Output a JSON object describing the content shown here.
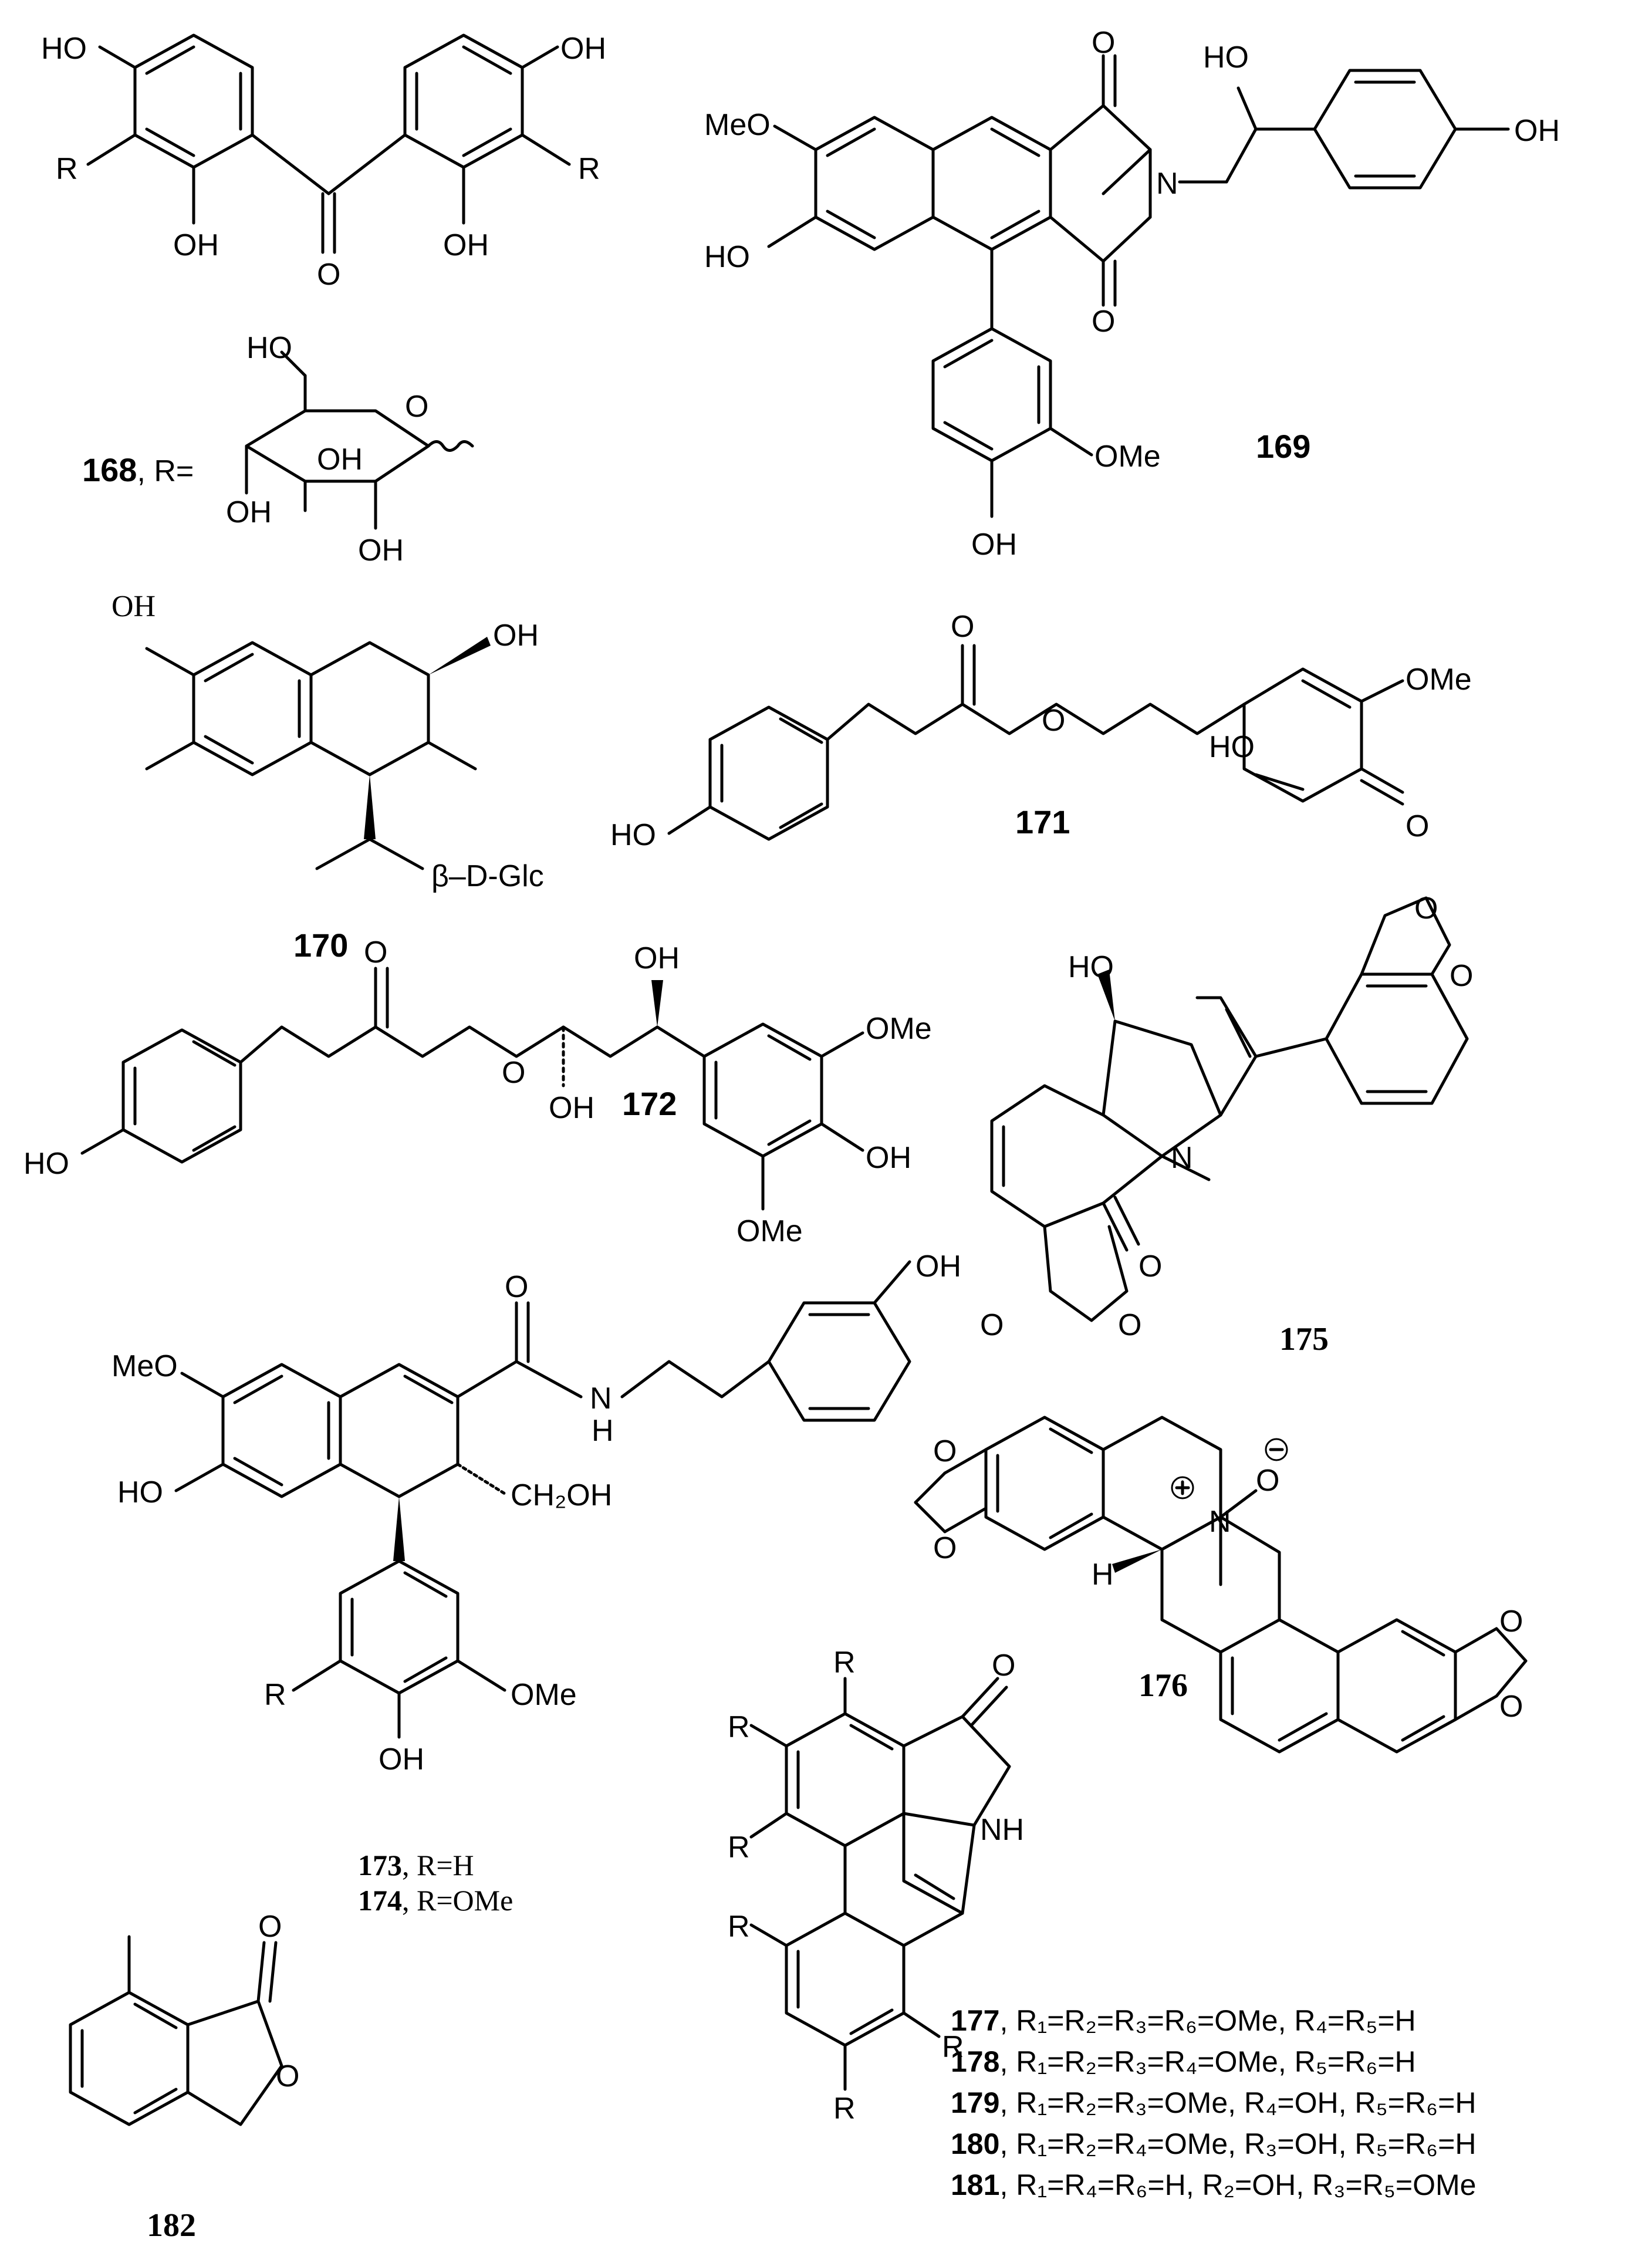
{
  "compounds": {
    "c168": {
      "number": "168",
      "r_eq": ", R=",
      "labels": {
        "ho_tl": "HO",
        "oh_tr": "OH",
        "r_l": "R",
        "r_r": "R",
        "oh_b1": "OH",
        "o_keto": "O",
        "oh_b2": "OH",
        "ho_sugar": "HO",
        "o_ring": "O",
        "oh_s1": "OH",
        "oh_s2": "OH",
        "oh_s3": "OH"
      }
    },
    "c169": {
      "number": "169",
      "labels": {
        "meo": "MeO",
        "o_top": "O",
        "ho_side": "HO",
        "oh_ph": "OH",
        "n": "N",
        "ho_l": "HO",
        "o_bot": "O",
        "ome": "OMe",
        "oh_b": "OH"
      }
    },
    "c170": {
      "number": "170",
      "labels": {
        "oh_tl": "OH",
        "oh_r": "OH",
        "glc": "β–D-Glc"
      }
    },
    "c171": {
      "number": "171",
      "labels": {
        "o_carbonyl": "O",
        "o_ester": "O",
        "ome": "OMe",
        "ho_q": "HO",
        "ho_ph": "HO",
        "o_q": "O"
      }
    },
    "c172": {
      "number": "172",
      "labels": {
        "o_carbonyl": "O",
        "oh_top": "OH",
        "ome_top": "OMe",
        "o_ester": "O",
        "ho_ph": "HO",
        "oh_mid": "OH",
        "oh_ar": "OH",
        "ome_bot": "OMe"
      }
    },
    "c173_174": {
      "caption_173_num": "173",
      "caption_173_rest": ", R=H",
      "caption_174_num": "174",
      "caption_174_rest": ", R=OMe",
      "labels": {
        "o_amide": "O",
        "oh_tr": "OH",
        "meo": "MeO",
        "nh_n": "N",
        "nh_h": "H",
        "ho_l": "HO",
        "ch2oh": "CH₂OH",
        "r": "R",
        "ome": "OMe",
        "oh_b": "OH"
      }
    },
    "c175": {
      "number": "175",
      "labels": {
        "ho": "HO",
        "n": "N",
        "o_carbonyl": "O",
        "o1": "O",
        "o2": "O",
        "o3": "O",
        "o4": "O"
      }
    },
    "c176": {
      "number": "176",
      "labels": {
        "n": "N",
        "o_neg": "O",
        "h": "H",
        "o1": "O",
        "o2": "O",
        "o3": "O",
        "o4": "O"
      }
    },
    "c177_181": {
      "core_labels": {
        "r1": "R",
        "r2": "R",
        "r3": "R",
        "r4": "R",
        "r5": "R",
        "r6": "R",
        "o": "O",
        "nh": "NH"
      },
      "captions": [
        {
          "num": "177",
          "text": ", R₁=R₂=R₃=R₆=OMe, R₄=R₅=H"
        },
        {
          "num": "178",
          "text": ", R₁=R₂=R₃=R₄=OMe, R₅=R₆=H"
        },
        {
          "num": "179",
          "text": ", R₁=R₂=R₃=OMe, R₄=OH, R₅=R₆=H"
        },
        {
          "num": "180",
          "text": ", R₁=R₂=R₄=OMe, R₃=OH, R₅=R₆=H"
        },
        {
          "num": "181",
          "text": ", R₁=R₄=R₆=H, R₂=OH, R₃=R₅=OMe"
        }
      ]
    },
    "c182": {
      "number": "182",
      "labels": {
        "o_carbonyl": "O",
        "o_ring": "O"
      }
    }
  }
}
